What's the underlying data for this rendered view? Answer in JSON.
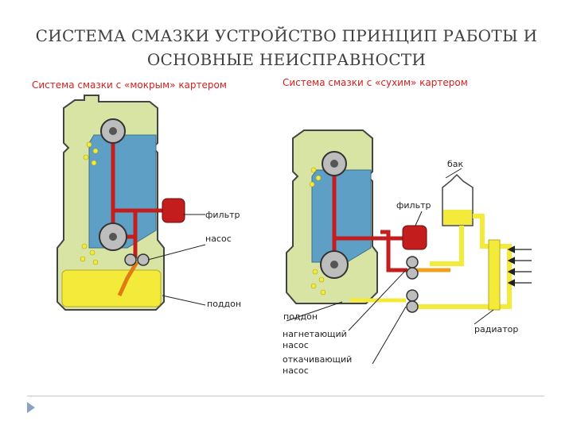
{
  "title": {
    "line1": "СИСТЕМА СМАЗКИ УСТРОЙСТВО ПРИНЦИП РАБОТЫ И",
    "line2": "ОСНОВНЫЕ НЕИСПРАВНОСТИ"
  },
  "wet_sump": {
    "heading": "Система смазки с «мокрым» картером",
    "labels": {
      "filter": "фильтр",
      "pump": "насос",
      "sump": "поддон"
    }
  },
  "dry_sump": {
    "heading": "Система смазки с «сухим» картером",
    "labels": {
      "tank": "бак",
      "filter": "фильтр",
      "sump": "поддон",
      "pressure_pump_1": "нагнетающий",
      "pressure_pump_2": "насос",
      "scavenge_pump_1": "откачивающий",
      "scavenge_pump_2": "насос",
      "radiator": "радиатор"
    }
  },
  "colors": {
    "heading_red": "#d42020",
    "engine_body": "#d7e4a4",
    "cylinder_blue": "#5e9fc6",
    "oil_line_red": "#c41d1d",
    "oil_yellow": "#f4ea3a",
    "return_orange": "#f0a020"
  }
}
